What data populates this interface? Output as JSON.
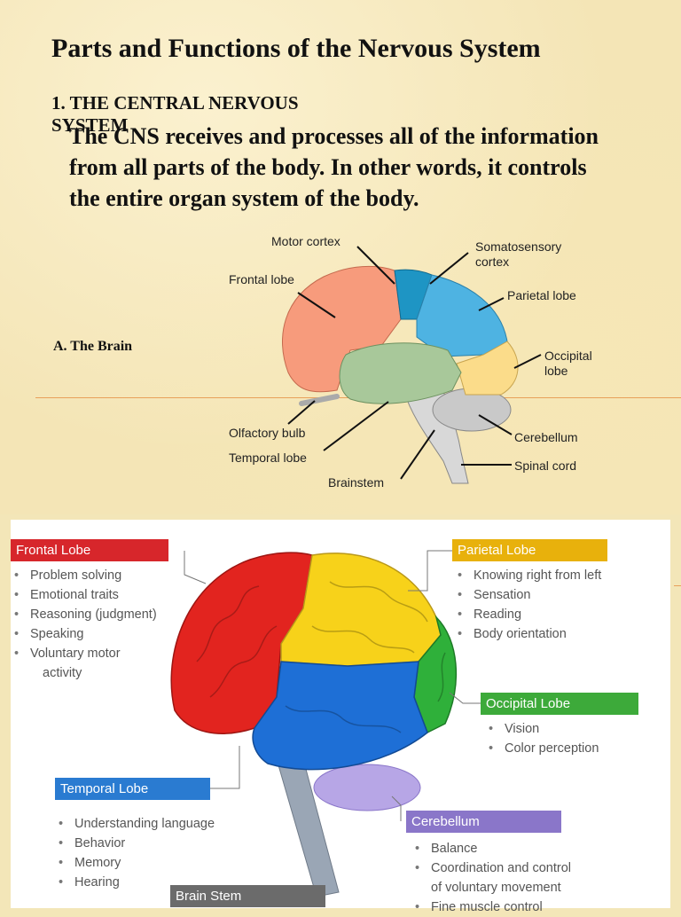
{
  "slide": {
    "title": "Parts and Functions of the Nervous System",
    "section_heading": "1. THE CENTRAL NERVOUS SYSTEM",
    "paragraph": "The CNS receives and processes all of the information from all parts of the body. In other words, it controls the entire organ system of the body.",
    "subheading": "A. The Brain"
  },
  "diagram1": {
    "labels": {
      "motor_cortex": "Motor cortex",
      "somatosensory": "Somatosensory cortex",
      "frontal": "Frontal lobe",
      "parietal": "Parietal lobe",
      "occipital": "Occipital lobe",
      "olfactory": "Olfactory bulb",
      "temporal": "Temporal lobe",
      "brainstem": "Brainstem",
      "cerebellum": "Cerebellum",
      "spinal_cord": "Spinal cord"
    },
    "colors": {
      "frontal": "#f79b7c",
      "motor": "#1e95c4",
      "parietal": "#4eb3e2",
      "occipital": "#fbdc8a",
      "temporal": "#a8c89a",
      "cerebellum": "#c9c9c9",
      "brainstem": "#d8d8d8"
    }
  },
  "diagram2": {
    "frontal": {
      "title": "Frontal Lobe",
      "color": "#d7262b",
      "items": [
        "Problem solving",
        "Emotional traits",
        "Reasoning (judgment)",
        "Speaking",
        "Voluntary motor"
      ],
      "continuation": "activity"
    },
    "parietal": {
      "title": "Parietal Lobe",
      "color": "#e8b10c",
      "items": [
        "Knowing right from left",
        "Sensation",
        "Reading",
        "Body orientation"
      ]
    },
    "occipital": {
      "title": "Occipital Lobe",
      "color": "#3daa3a",
      "items": [
        "Vision",
        "Color perception"
      ]
    },
    "temporal": {
      "title": "Temporal Lobe",
      "color": "#2a7bd1",
      "items": [
        "Understanding language",
        "Behavior",
        "Memory",
        "Hearing"
      ]
    },
    "cerebellum": {
      "title": "Cerebellum",
      "color": "#8a76c9",
      "items": [
        "Balance",
        "Coordination and control"
      ],
      "continuation": "of voluntary movement",
      "extra": "Fine muscle control"
    },
    "brainstem": {
      "title": "Brain Stem",
      "color": "#6b6b6b"
    },
    "region_colors": {
      "frontal": "#e2241f",
      "parietal": "#f7d21a",
      "occipital": "#2fb03a",
      "temporal": "#1e6fd6",
      "cerebellum": "#b7a6e6",
      "stem": "#9aa6b5"
    }
  }
}
